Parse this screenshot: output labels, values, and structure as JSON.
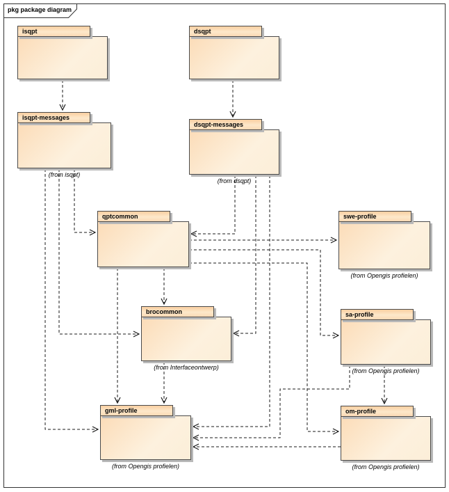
{
  "frame": {
    "title": "pkg package diagram",
    "type_label": "UML package diagram frame"
  },
  "colors": {
    "package_fill_light": "#fdf1de",
    "package_fill_dark": "#f9cfa1",
    "package_border": "#4a4a4a",
    "shadow": "#b9b9b9",
    "edge_line": "#1a1a1a",
    "background": "#ffffff"
  },
  "packages": [
    {
      "id": "isqpt",
      "name": "isqpt",
      "from": ""
    },
    {
      "id": "dsqpt",
      "name": "dsqpt",
      "from": ""
    },
    {
      "id": "isqpt-messages",
      "name": "isqpt-messages",
      "from": "(from isqpt)"
    },
    {
      "id": "dsqpt-messages",
      "name": "dsqpt-messages",
      "from": "(from dsqpt)"
    },
    {
      "id": "qptcommon",
      "name": "qptcommon",
      "from": ""
    },
    {
      "id": "swe-profile",
      "name": "swe-profile",
      "from": "(from Opengis profielen)"
    },
    {
      "id": "brocommon",
      "name": "brocommon",
      "from": "(from Interfaceontwerp)"
    },
    {
      "id": "sa-profile",
      "name": "sa-profile",
      "from": "(from Opengis profielen)"
    },
    {
      "id": "gml-profile",
      "name": "gml-profile",
      "from": "(from Opengis profielen)"
    },
    {
      "id": "om-profile",
      "name": "om-profile",
      "from": "(from Opengis profielen)"
    }
  ],
  "edges": [
    {
      "from": "isqpt",
      "to": "isqpt-messages",
      "style": "dashed-open-arrow"
    },
    {
      "from": "dsqpt",
      "to": "dsqpt-messages",
      "style": "dashed-open-arrow"
    },
    {
      "from": "isqpt-messages",
      "to": "qptcommon",
      "style": "dashed-open-arrow"
    },
    {
      "from": "dsqpt-messages",
      "to": "qptcommon",
      "style": "dashed-open-arrow"
    },
    {
      "from": "isqpt-messages",
      "to": "brocommon",
      "style": "dashed-open-arrow"
    },
    {
      "from": "dsqpt-messages",
      "to": "brocommon",
      "style": "dashed-open-arrow"
    },
    {
      "from": "isqpt-messages",
      "to": "gml-profile",
      "style": "dashed-open-arrow"
    },
    {
      "from": "dsqpt-messages",
      "to": "gml-profile",
      "style": "dashed-open-arrow"
    },
    {
      "from": "qptcommon",
      "to": "swe-profile",
      "style": "dashed-open-arrow"
    },
    {
      "from": "qptcommon",
      "to": "sa-profile",
      "style": "dashed-open-arrow"
    },
    {
      "from": "qptcommon",
      "to": "om-profile",
      "style": "dashed-open-arrow"
    },
    {
      "from": "qptcommon",
      "to": "brocommon",
      "style": "dashed-open-arrow"
    },
    {
      "from": "qptcommon",
      "to": "gml-profile",
      "style": "dashed-open-arrow"
    },
    {
      "from": "brocommon",
      "to": "gml-profile",
      "style": "dashed-open-arrow"
    },
    {
      "from": "sa-profile",
      "to": "om-profile",
      "style": "dashed-open-arrow"
    },
    {
      "from": "sa-profile",
      "to": "gml-profile",
      "style": "dashed-open-arrow"
    },
    {
      "from": "om-profile",
      "to": "gml-profile",
      "style": "dashed-open-arrow"
    }
  ]
}
